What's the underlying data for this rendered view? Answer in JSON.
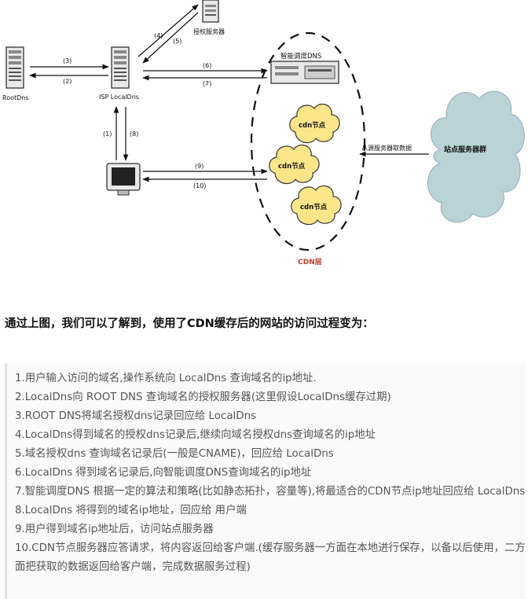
{
  "diagram": {
    "nodes": {
      "root_dns": "RootDns",
      "isp_localdns": "ISP LocalDns",
      "auth_server": "授权服务器",
      "smart_dns": "智能调度DNS",
      "cdn_node": "cdn节点",
      "cdn_layer": "CDN层",
      "origin_cluster": "站点服务器群",
      "fetch_from_origin": "从源服务器取数据"
    },
    "arrows": [
      "(1)",
      "(2)",
      "(3)",
      "(4)",
      "(5)",
      "(6)",
      "(7)",
      "(8)",
      "(9)",
      "(10)"
    ]
  },
  "heading": "通过上图，我们可以了解到，使用了CDN缓存后的网站的访问过程变为：",
  "steps": [
    "1.用户输入访问的域名,操作系统向 LocalDns 查询域名的ip地址.",
    "2.LocalDns向 ROOT DNS 查询域名的授权服务器(这里假设LocalDns缓存过期)",
    "3.ROOT DNS将域名授权dns记录回应给 LocalDns",
    "4.LocalDns得到域名的授权dns记录后,继续向域名授权dns查询域名的ip地址",
    "5.域名授权dns 查询域名记录后(一般是CNAME)，回应给 LocalDns",
    "6.LocalDns 得到域名记录后,向智能调度DNS查询域名的ip地址",
    "7.智能调度DNS 根据一定的算法和策略(比如静态拓扑，容量等),将最适合的CDN节点ip地址回应给 LocalDns",
    "8.LocalDns 将得到的域名ip地址，回应给 用户端",
    "9.用户得到域名ip地址后，访问站点服务器",
    "10.CDN节点服务器应答请求，将内容返回给客户端.(缓存服务器一方面在本地进行保存，以备以后使用，二方面把获取的数据返回给客户端，完成数据服务过程)"
  ]
}
